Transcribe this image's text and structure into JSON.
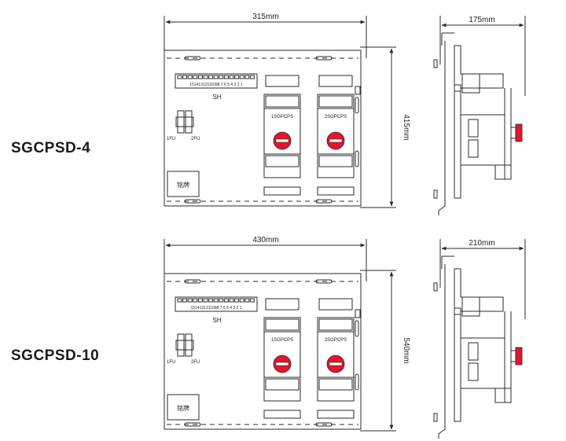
{
  "colors": {
    "line": "#2a2a2a",
    "accent_red": "#e3162b",
    "background": "#ffffff"
  },
  "models": [
    {
      "name": "SGCPSD-4",
      "front": {
        "width_label": "315mm",
        "height_label": "415mm",
        "terminal_numbers": "15141312111098 7 6 5 4 3 2 1",
        "terminal_block_label": "SH",
        "fuse_labels": [
          "1FU",
          "2FU"
        ],
        "nameplate_label": "铭牌",
        "module_labels": [
          "1SGPCPS",
          "2SGPCPS"
        ]
      },
      "side": {
        "depth_label": "175mm"
      }
    },
    {
      "name": "SGCPSD-10",
      "front": {
        "width_label": "430mm",
        "height_label": "540mm",
        "terminal_numbers": "1514131211098 7 6 5 4 3 2 1",
        "terminal_block_label": "SH",
        "fuse_labels": [
          "1FU",
          "2FU"
        ],
        "nameplate_label": "铭牌",
        "module_labels": [
          "1SGPCPS",
          "2SGPCPS"
        ]
      },
      "side": {
        "depth_label": "210mm"
      }
    }
  ]
}
